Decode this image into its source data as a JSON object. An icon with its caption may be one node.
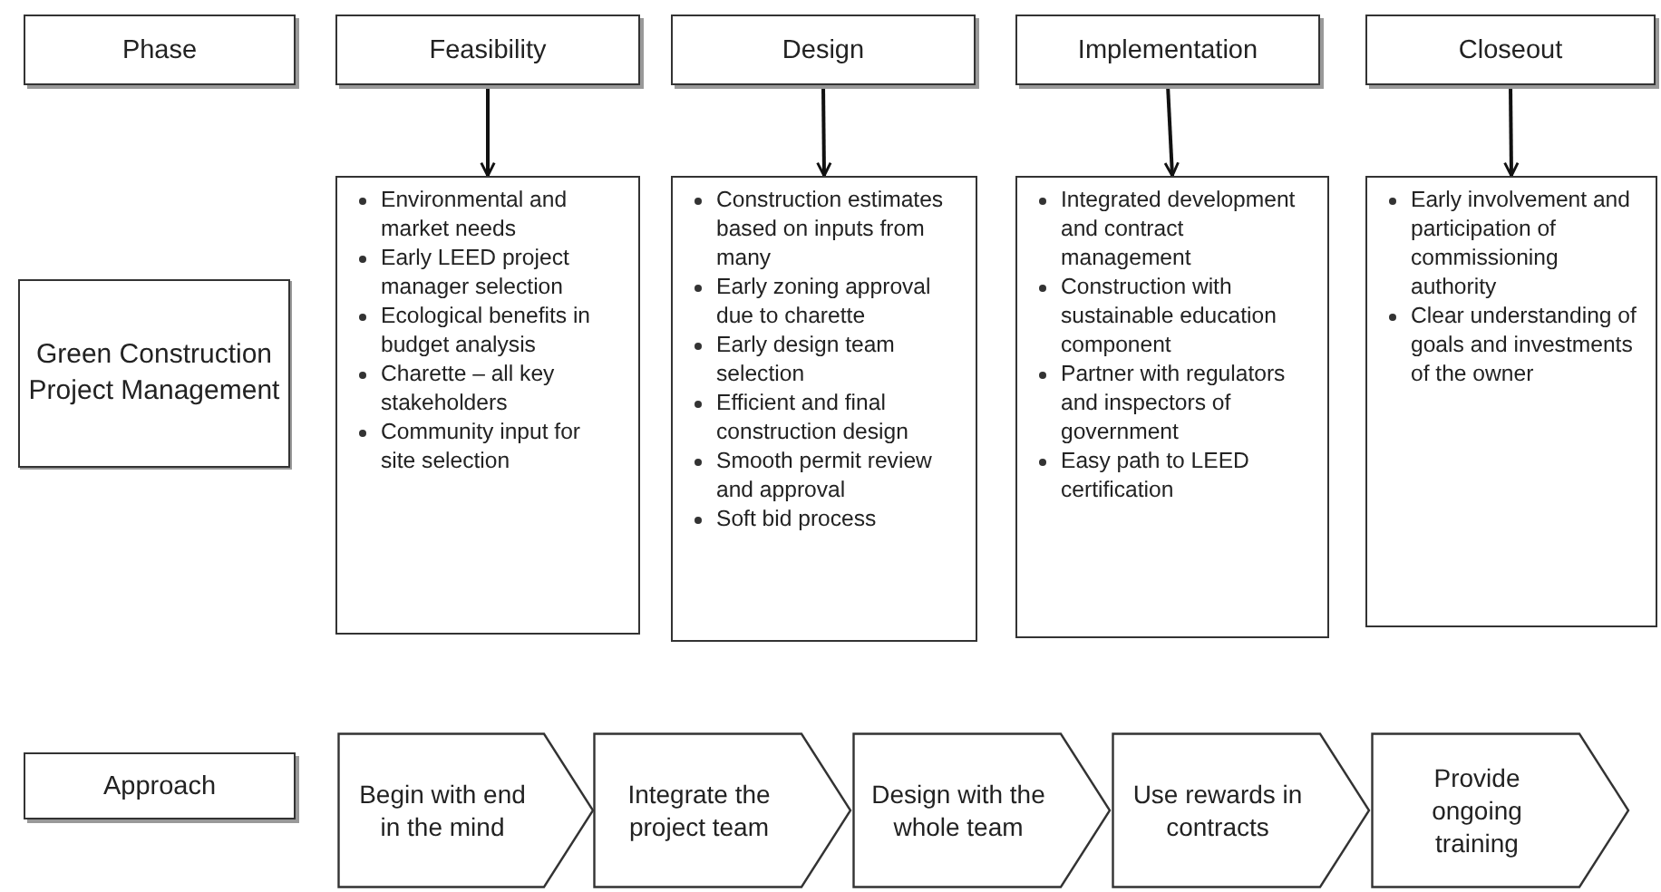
{
  "diagram": {
    "nodes": [
      {
        "text": [
          "Phase"
        ]
      },
      {
        "text": [
          "Feasibility"
        ]
      },
      {
        "text": [
          "Design"
        ]
      },
      {
        "text": [
          "Implementation"
        ]
      },
      {
        "text": [
          "Closeout"
        ]
      },
      {
        "text": [
          "Green Construction Project Management"
        ]
      },
      {
        "text": [
          "Environmental and market needs",
          "Early LEED project manager selection",
          "Ecological benefits in budget analysis",
          "Charette – all key stakeholders",
          "Community input for site selection"
        ]
      },
      {
        "text": [
          "Construction estimates based on inputs from many",
          "Early zoning approval due to charette",
          "Early design team selection",
          "Efficient and final construction design",
          "Smooth permit review and approval",
          "Soft bid process"
        ]
      },
      {
        "text": [
          "Integrated development and contract management",
          "Construction with sustainable education component",
          "Partner with regulators and inspectors of government",
          "Easy path to LEED certification"
        ]
      },
      {
        "text": [
          "Early involvement and participation of commissioning authority",
          "Clear understanding of goals and investments of the owner"
        ]
      },
      {
        "text": [
          "Approach"
        ]
      },
      {
        "text": [
          "Begin with end in the mind"
        ]
      },
      {
        "text": [
          "Integrate the project team"
        ]
      },
      {
        "text": [
          "Design with the whole team"
        ]
      },
      {
        "text": [
          "Use rewards in contracts"
        ]
      },
      {
        "text": [
          "Provide ongoing training"
        ]
      }
    ],
    "edges": [
      {
        "from": 1,
        "to": 6,
        "arrow": "to"
      },
      {
        "from": 2,
        "to": 7,
        "arrow": "to"
      },
      {
        "from": 3,
        "to": 8,
        "arrow": "to"
      },
      {
        "from": 4,
        "to": 9,
        "arrow": "to"
      }
    ]
  }
}
